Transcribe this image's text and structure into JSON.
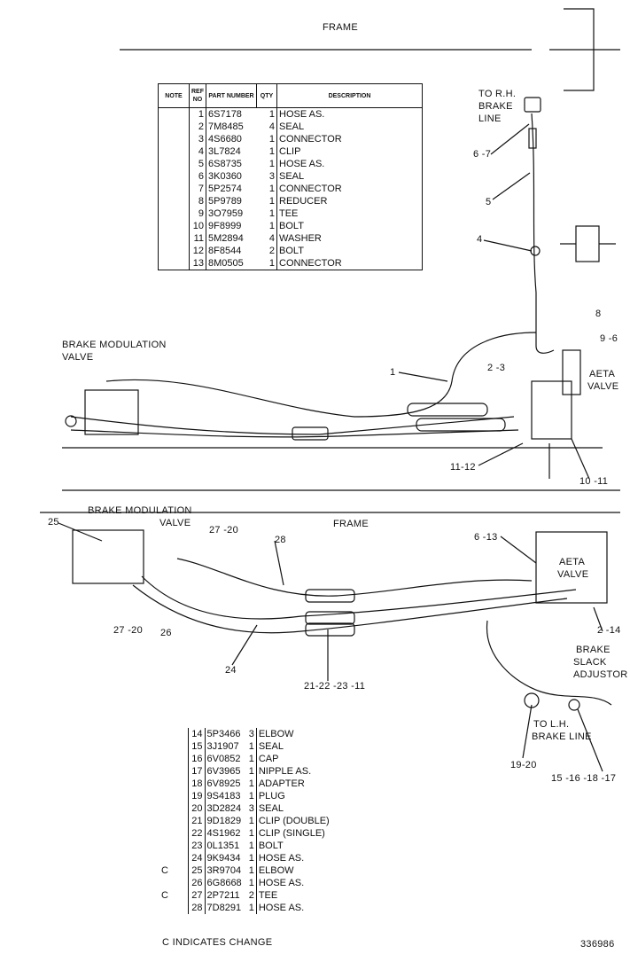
{
  "labels": {
    "frame_top": "FRAME",
    "to_rh_brake": [
      "TO R.H.",
      "BRAKE",
      "LINE"
    ],
    "brake_mod_valve_top": [
      "BRAKE MODULATION",
      "VALVE"
    ],
    "aeta_valve_top": [
      "AETA",
      "VALVE"
    ],
    "brake_mod_valve_bottom": [
      "BRAKE MODULATION",
      "VALVE"
    ],
    "frame_bottom": "FRAME",
    "aeta_valve_bottom": [
      "AETA",
      "VALVE"
    ],
    "brake_slack": [
      "BRAKE",
      "SLACK",
      "ADJUSTOR"
    ],
    "to_lh_brake": [
      "TO L.H.",
      "BRAKE LINE"
    ],
    "callouts_top": [
      "6 -7",
      "5",
      "4",
      "8",
      "9 -6",
      "1",
      "2 -3",
      "11-12",
      "10 -11"
    ],
    "callouts_bottom": [
      "25",
      "27 -20",
      "27 -20",
      "28",
      "6 -13",
      "26",
      "24",
      "21-22 -23 -11",
      "2 -14",
      "19-20",
      "15 -16 -18 -17"
    ],
    "footnote": "C   INDICATES CHANGE",
    "drawing_number": "336986"
  },
  "table_headers": [
    "NOTE",
    "REF NO",
    "PART NUMBER",
    "QTY",
    "DESCRIPTION"
  ],
  "parts_top": [
    {
      "note": "",
      "ref": "1",
      "part": "6S7178",
      "qty": "1",
      "desc": "HOSE AS."
    },
    {
      "note": "",
      "ref": "2",
      "part": "7M8485",
      "qty": "4",
      "desc": "SEAL"
    },
    {
      "note": "",
      "ref": "3",
      "part": "4S6680",
      "qty": "1",
      "desc": "CONNECTOR"
    },
    {
      "note": "",
      "ref": "4",
      "part": "3L7824",
      "qty": "1",
      "desc": "CLIP"
    },
    {
      "note": "",
      "ref": "5",
      "part": "6S8735",
      "qty": "1",
      "desc": "HOSE AS."
    },
    {
      "note": "",
      "ref": "6",
      "part": "3K0360",
      "qty": "3",
      "desc": "SEAL"
    },
    {
      "note": "",
      "ref": "7",
      "part": "5P2574",
      "qty": "1",
      "desc": "CONNECTOR"
    },
    {
      "note": "",
      "ref": "8",
      "part": "5P9789",
      "qty": "1",
      "desc": "REDUCER"
    },
    {
      "note": "",
      "ref": "9",
      "part": "3O7959",
      "qty": "1",
      "desc": "TEE"
    },
    {
      "note": "",
      "ref": "10",
      "part": "9F8999",
      "qty": "1",
      "desc": "BOLT"
    },
    {
      "note": "",
      "ref": "11",
      "part": "5M2894",
      "qty": "4",
      "desc": "WASHER"
    },
    {
      "note": "",
      "ref": "12",
      "part": "8F8544",
      "qty": "2",
      "desc": "BOLT"
    },
    {
      "note": "",
      "ref": "13",
      "part": "8M0505",
      "qty": "1",
      "desc": "CONNECTOR"
    }
  ],
  "parts_bottom": [
    {
      "note": "",
      "ref": "14",
      "part": "5P3466",
      "qty": "3",
      "desc": "ELBOW"
    },
    {
      "note": "",
      "ref": "15",
      "part": "3J1907",
      "qty": "1",
      "desc": "SEAL"
    },
    {
      "note": "",
      "ref": "16",
      "part": "6V0852",
      "qty": "1",
      "desc": "CAP"
    },
    {
      "note": "",
      "ref": "17",
      "part": "6V3965",
      "qty": "1",
      "desc": "NIPPLE AS."
    },
    {
      "note": "",
      "ref": "18",
      "part": "6V8925",
      "qty": "1",
      "desc": "ADAPTER"
    },
    {
      "note": "",
      "ref": "19",
      "part": "9S4183",
      "qty": "1",
      "desc": "PLUG"
    },
    {
      "note": "",
      "ref": "20",
      "part": "3D2824",
      "qty": "3",
      "desc": "SEAL"
    },
    {
      "note": "",
      "ref": "21",
      "part": "9D1829",
      "qty": "1",
      "desc": "CLIP (DOUBLE)"
    },
    {
      "note": "",
      "ref": "22",
      "part": "4S1962",
      "qty": "1",
      "desc": "CLIP (SINGLE)"
    },
    {
      "note": "",
      "ref": "23",
      "part": "0L1351",
      "qty": "1",
      "desc": "BOLT"
    },
    {
      "note": "",
      "ref": "24",
      "part": "9K9434",
      "qty": "1",
      "desc": "HOSE AS."
    },
    {
      "note": "C",
      "ref": "25",
      "part": "3R9704",
      "qty": "1",
      "desc": "ELBOW"
    },
    {
      "note": "",
      "ref": "26",
      "part": "6G8668",
      "qty": "1",
      "desc": "HOSE AS."
    },
    {
      "note": "C",
      "ref": "27",
      "part": "2P7211",
      "qty": "2",
      "desc": "TEE"
    },
    {
      "note": "",
      "ref": "28",
      "part": "7D8291",
      "qty": "1",
      "desc": "HOSE AS."
    }
  ]
}
